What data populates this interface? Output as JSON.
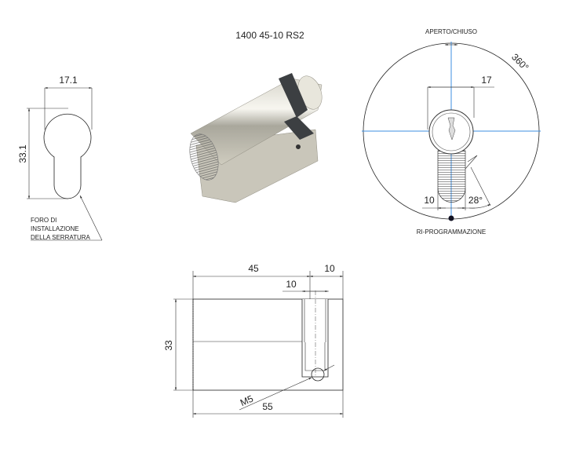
{
  "title": "1400 45-10 RS2",
  "keyhole_profile": {
    "width_dim": "17.1",
    "height_dim": "33.1",
    "note_lines": [
      "FORO DI",
      "INSTALLAZIONE",
      "DELLA SERRATURA"
    ]
  },
  "rotation_view": {
    "top_label": "APERTO/CHIUSO",
    "bottom_label": "RI-PROGRAMMAZIONE",
    "rotation_angle": "360°",
    "width_dim": "17",
    "cam_width_dim": "10",
    "cam_angle": "28°",
    "axis_color": "#3d8fe0"
  },
  "side_view": {
    "length_a": "45",
    "length_b": "10",
    "cam_width": "10",
    "height": "33",
    "total_length": "55",
    "screw_thread": "M5"
  }
}
